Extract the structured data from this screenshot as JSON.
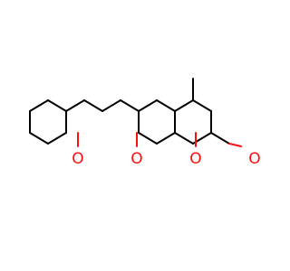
{
  "molecule": {
    "atoms": [
      {
        "id": "o_carbonyl_left",
        "label": "O",
        "color": "#ff0d0d"
      },
      {
        "id": "o_ether",
        "label": "O",
        "color": "#ff0d0d"
      },
      {
        "id": "o_ring",
        "label": "O",
        "color": "#ff0d0d"
      },
      {
        "id": "o_lactone",
        "label": "O",
        "color": "#ff0d0d"
      }
    ],
    "colors": {
      "carbon_bond": "#000000",
      "oxygen": "#ff0d0d",
      "background": "#ffffff"
    }
  }
}
